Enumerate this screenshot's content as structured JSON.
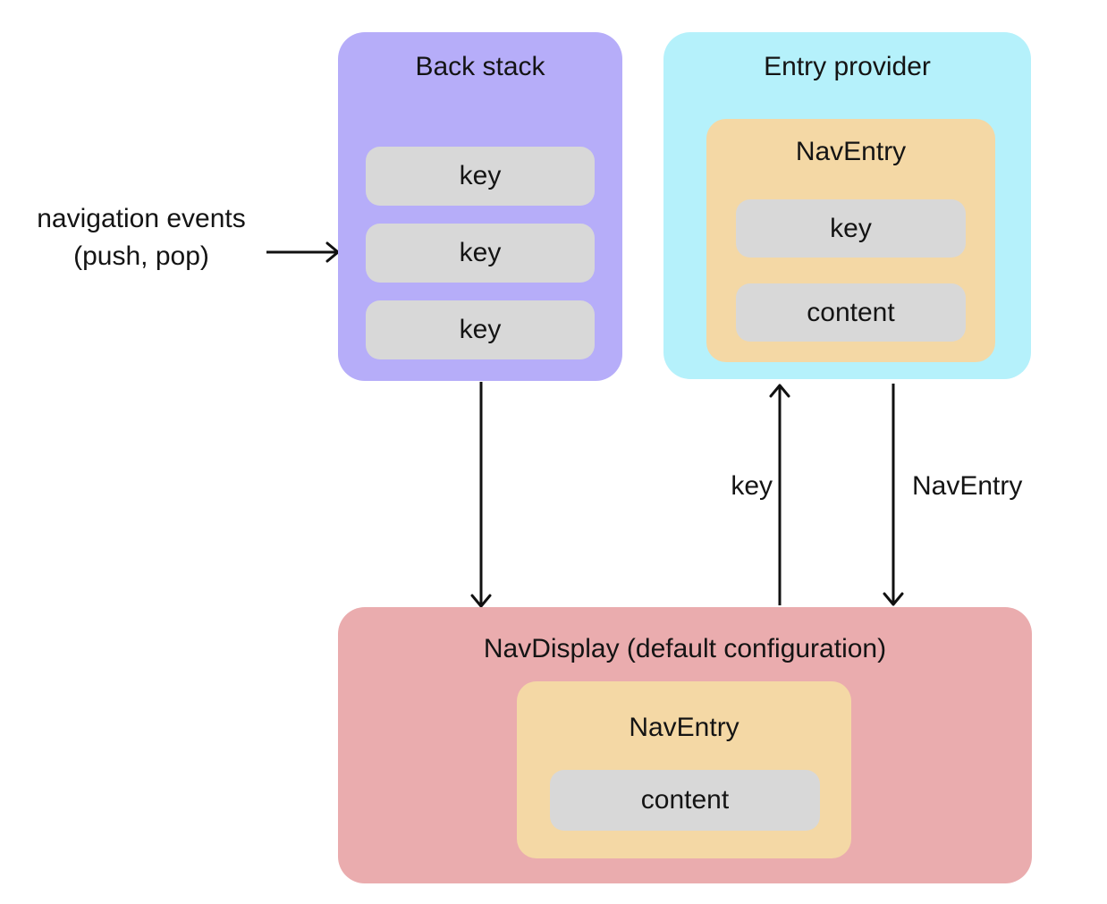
{
  "diagram": {
    "annotations": {
      "nav_events_line1": "navigation events",
      "nav_events_line2": "(push, pop)",
      "key_arrow_label": "key",
      "nav_entry_arrow_label": "NavEntry"
    },
    "back_stack": {
      "title": "Back stack",
      "keys": [
        "key",
        "key",
        "key"
      ]
    },
    "entry_provider": {
      "title": "Entry provider",
      "nav_entry": {
        "title": "NavEntry",
        "key_label": "key",
        "content_label": "content"
      }
    },
    "nav_display": {
      "title": "NavDisplay (default configuration)",
      "nav_entry": {
        "title": "NavEntry",
        "content_label": "content"
      }
    },
    "colors": {
      "back_stack_fill": "#b6adf9",
      "entry_provider_fill": "#b5f1fb",
      "nav_entry_fill": "#f4d8a5",
      "nav_display_fill": "#eaacae",
      "pill_fill": "#d8d8d8",
      "arrow_stroke": "#111111",
      "text": "#141414",
      "background": "#ffffff"
    }
  }
}
